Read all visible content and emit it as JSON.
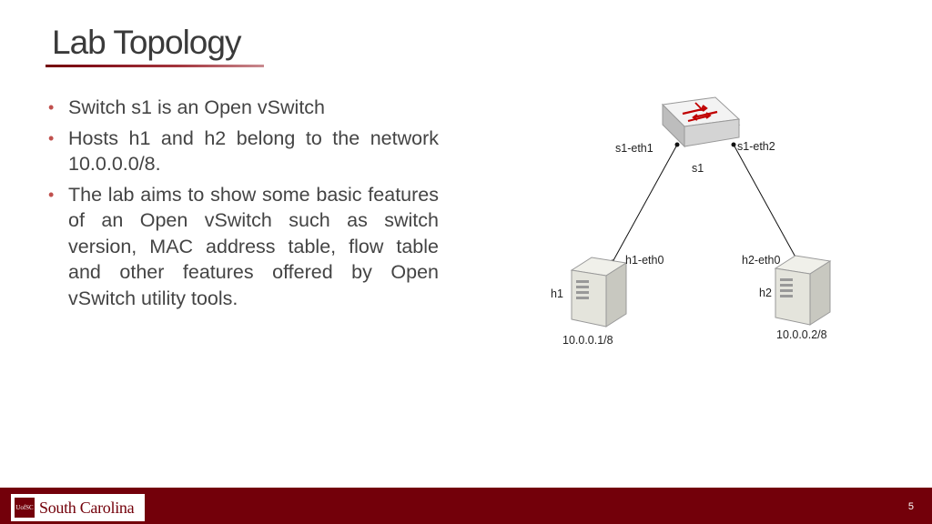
{
  "slide": {
    "title": "Lab Topology",
    "bullets": [
      "Switch s1 is an Open vSwitch",
      "Hosts h1 and h2 belong to the network 10.0.0.0/8.",
      "The lab aims to show some basic features of an Open vSwitch such as switch version, MAC address table, flow table and other features offered by Open vSwitch utility tools."
    ],
    "page_number": "5"
  },
  "diagram": {
    "switch": {
      "name": "s1",
      "port1": "s1-eth1",
      "port2": "s1-eth2",
      "icon": "network-switch-icon"
    },
    "h1": {
      "name": "h1",
      "port": "h1-eth0",
      "ip": "10.0.0.1/8",
      "icon": "server-icon"
    },
    "h2": {
      "name": "h2",
      "port": "h2-eth0",
      "ip": "10.0.0.2/8",
      "icon": "server-icon"
    }
  },
  "footer": {
    "logo_seal": "UofSC",
    "logo_text": "South Carolina",
    "color": "#73000a"
  },
  "colors": {
    "accent": "#73000a",
    "bullet": "#c0504d"
  }
}
